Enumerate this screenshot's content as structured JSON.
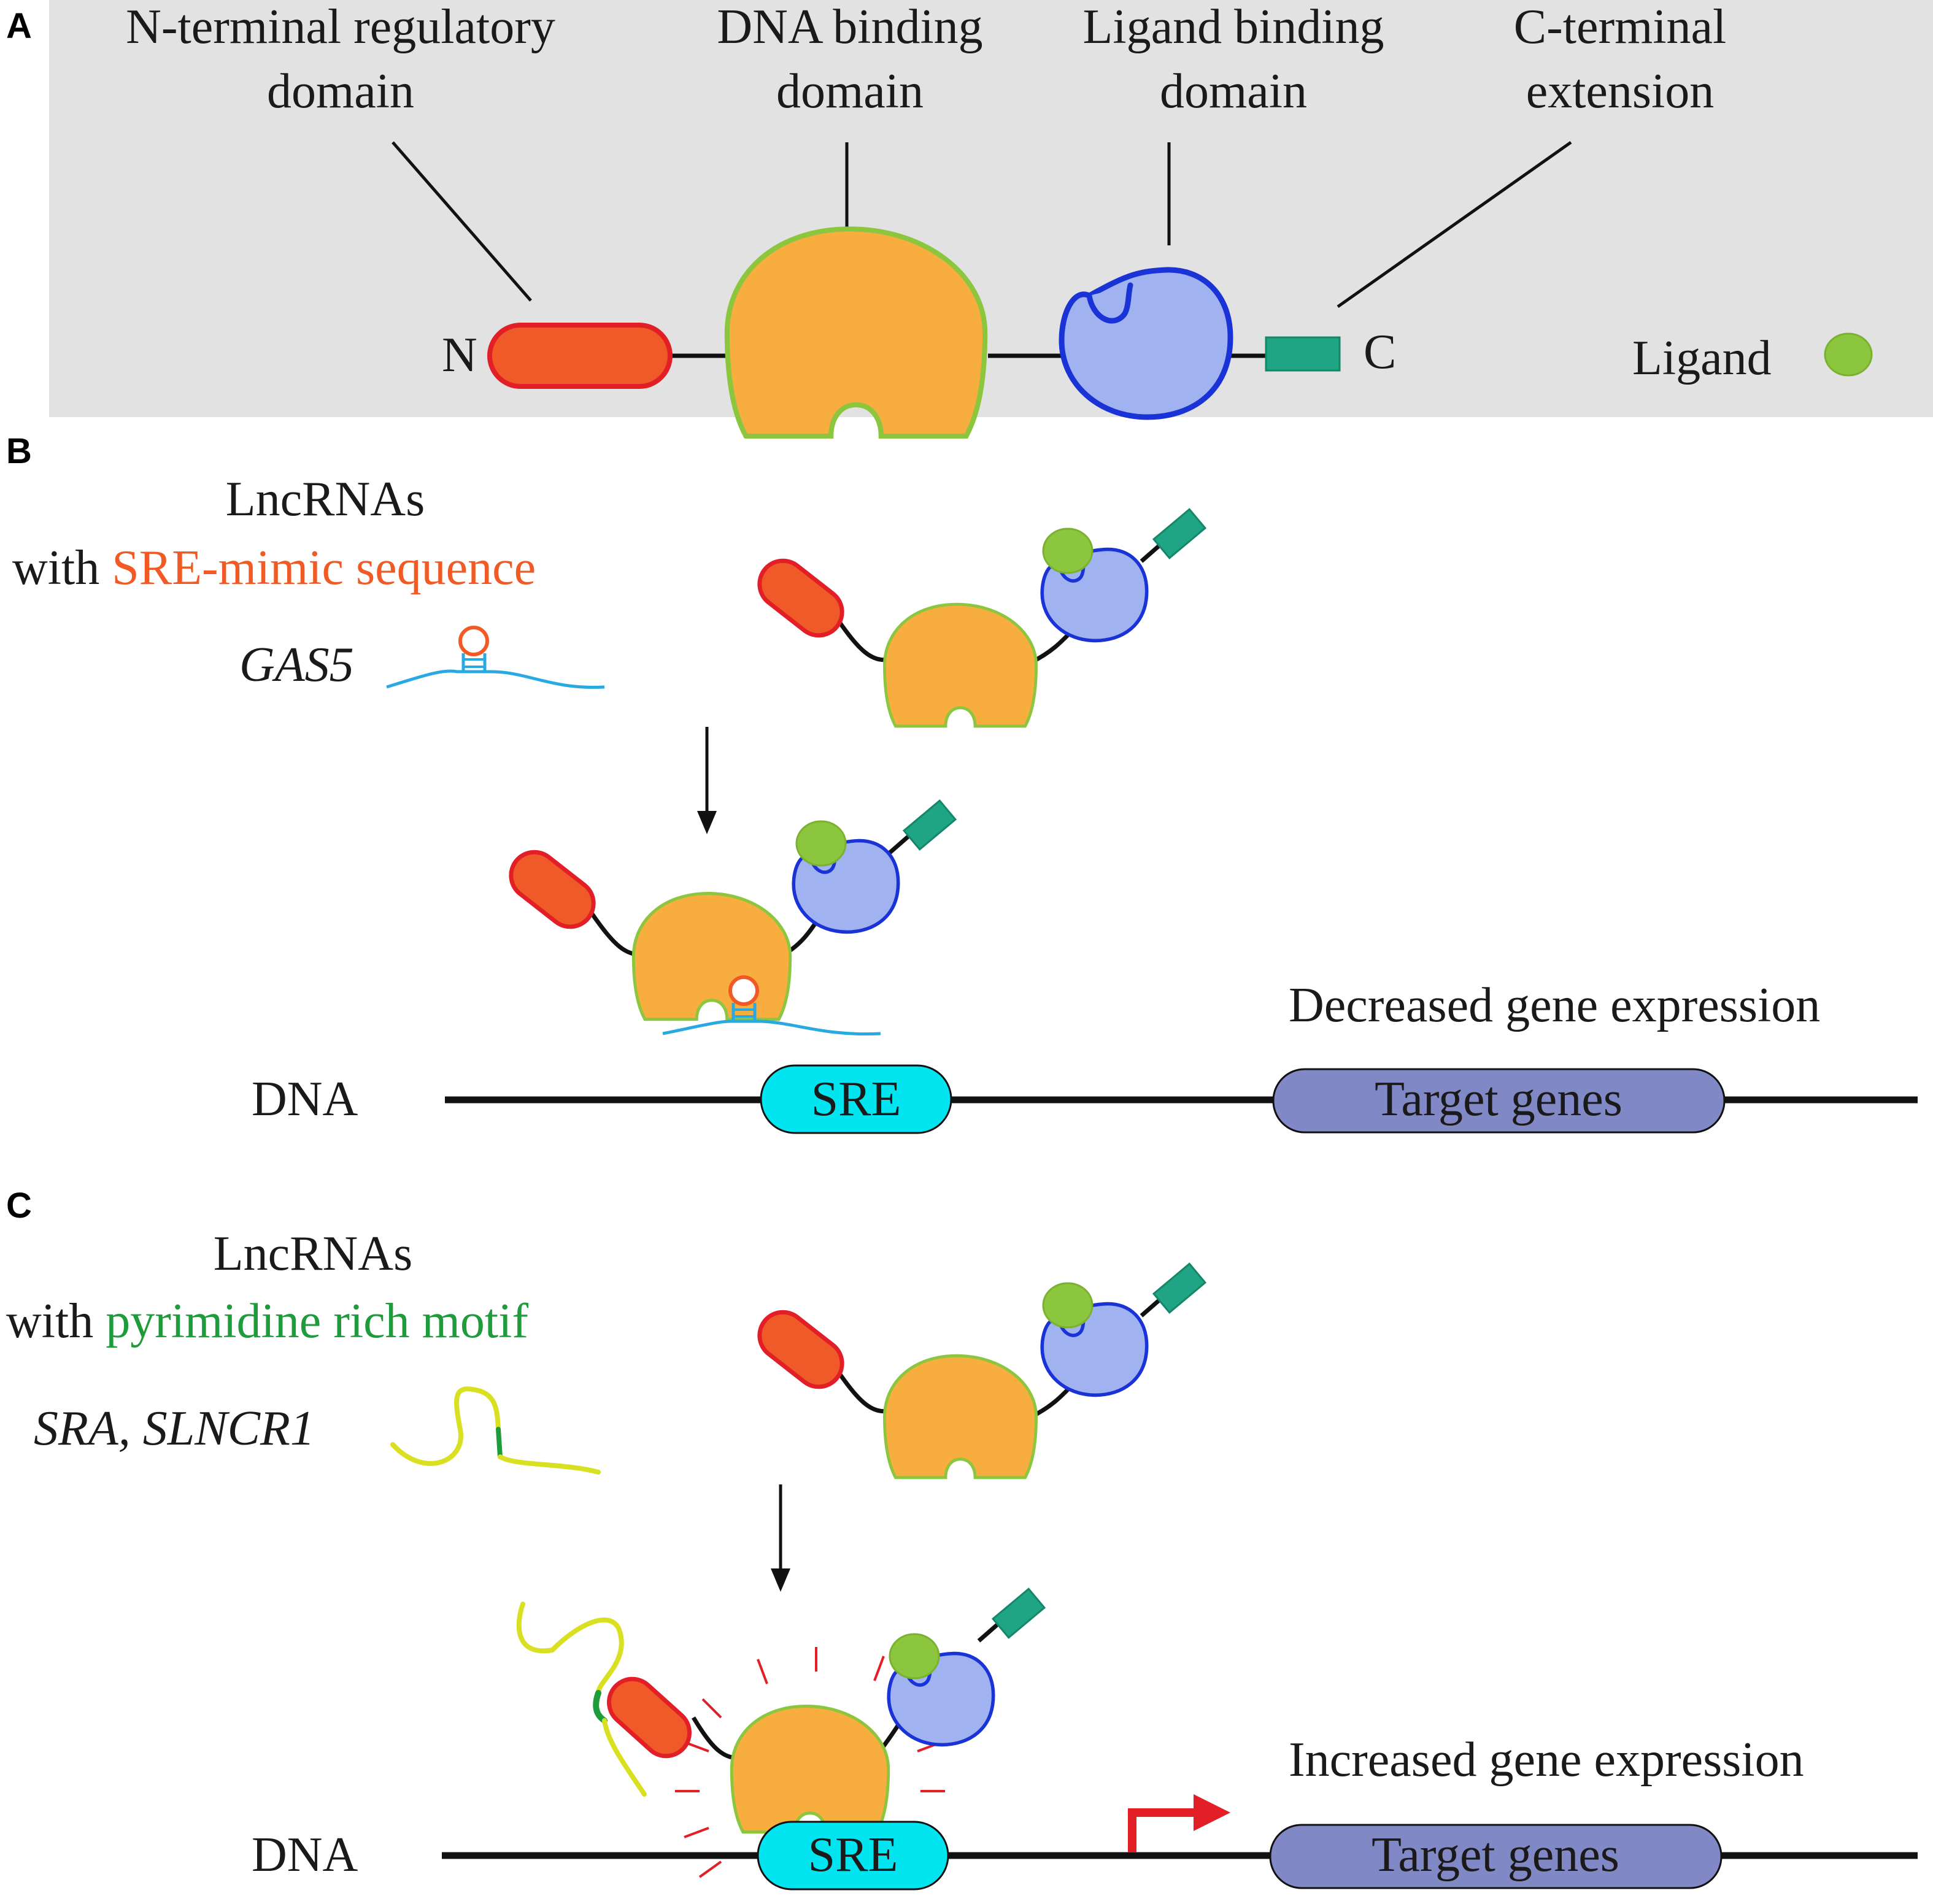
{
  "panels": {
    "a": {
      "label": "A",
      "domain_labels": {
        "ntd": [
          "N-terminal regulatory",
          "domain"
        ],
        "dbd": [
          "DNA binding",
          "domain"
        ],
        "lbd": [
          "Ligand binding",
          "domain"
        ],
        "cte": [
          "C-terminal",
          "extension"
        ]
      },
      "n_terminus": "N",
      "c_terminus": "C",
      "ligand_legend": "Ligand"
    },
    "b": {
      "label": "B",
      "title_line1": "LncRNAs",
      "title_line2_prefix": "with ",
      "title_line2_highlight": "SRE-mimic sequence",
      "gene": "GAS5",
      "effect": "Decreased gene expression",
      "dna": "DNA",
      "sre": "SRE",
      "target": "Target genes"
    },
    "c": {
      "label": "C",
      "title_line1": "LncRNAs",
      "title_line2_prefix": "with ",
      "title_line2_highlight": "pyrimidine rich motif",
      "genes": "SRA, SLNCR1",
      "effect": "Increased gene expression",
      "dna": "DNA",
      "sre": "SRE",
      "target": "Target genes"
    }
  },
  "colors": {
    "ntd_fill": "#ef5a28",
    "ntd_stroke": "#e21f26",
    "dbd_fill": "#f7ae3f",
    "dbd_stroke": "#8cc63f",
    "lbd_fill": "#a0b2f0",
    "lbd_stroke": "#1a33d6",
    "cte_fill": "#1fa583",
    "ligand": "#8cc63f",
    "sre_fill": "#00e5ef",
    "target_fill": "#8088c6",
    "gas5_rna": "#29a9e1",
    "sra_rna": "#d9e021",
    "motif_green": "#1e9b3b",
    "sre_mimic_text": "#f15a24",
    "pyrimidine_text": "#1e9b3b",
    "activation_red": "#e21f26"
  }
}
